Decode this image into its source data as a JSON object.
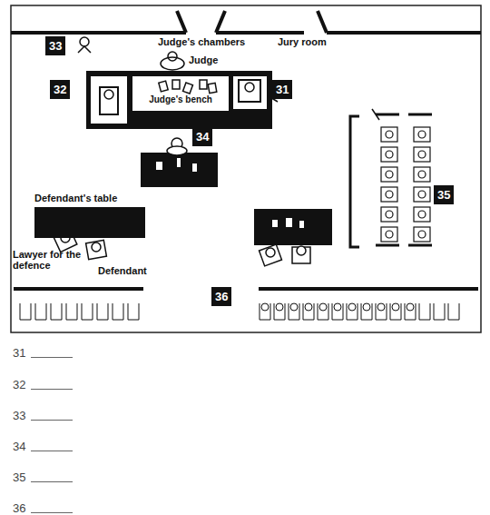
{
  "diagram": {
    "nodes": [
      {
        "text": [
          "Judge's bench"
        ]
      },
      {
        "text": [
          "Defendant's table"
        ]
      }
    ],
    "labels": [
      "Judge's chambers",
      "Jury room",
      "Judge",
      "31",
      "32",
      "33",
      "34",
      "35",
      "36",
      "Lawyer for the defence",
      "Defendant",
      "31",
      "32",
      "33",
      "34",
      "35",
      "36"
    ]
  }
}
